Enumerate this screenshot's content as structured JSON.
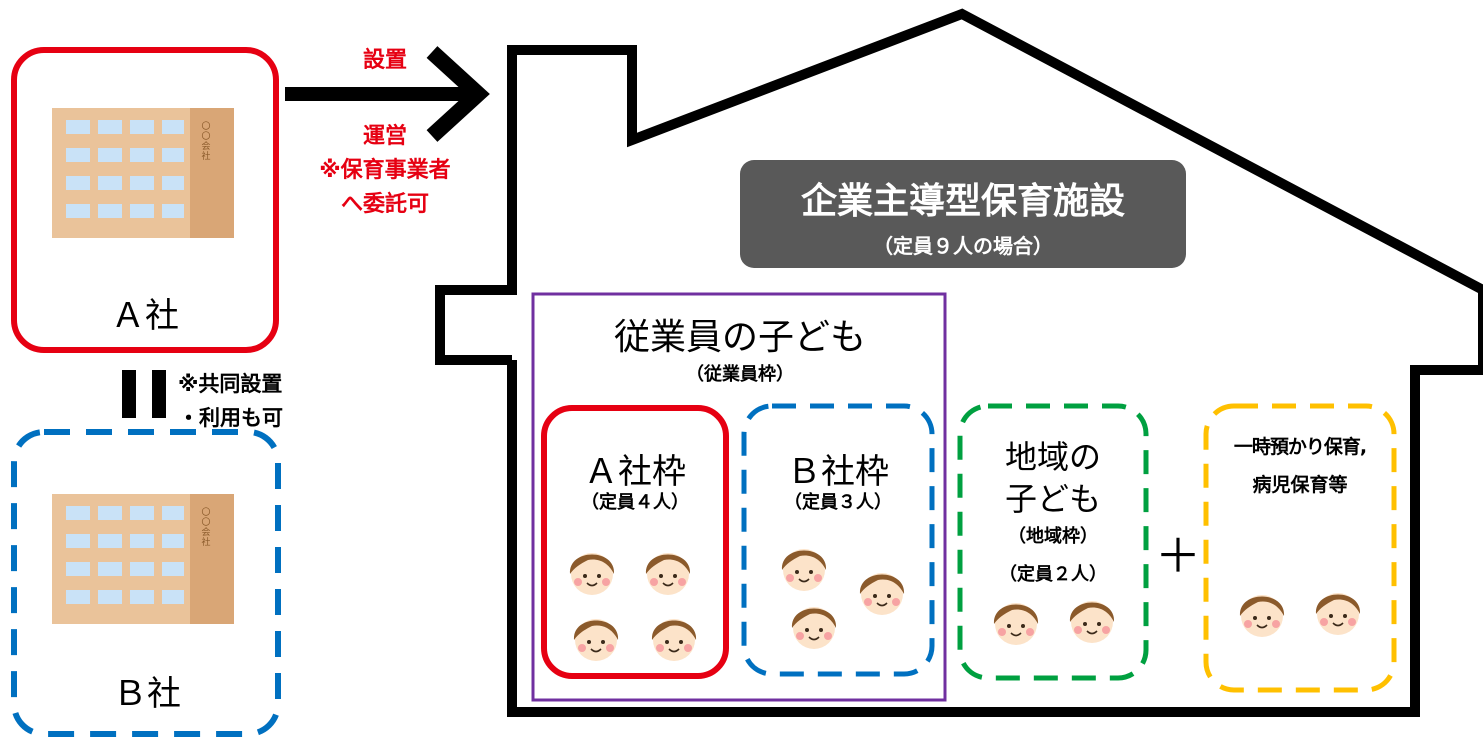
{
  "company_a": {
    "label": "Ａ社",
    "sign": "〇〇会社"
  },
  "company_b": {
    "label": "Ｂ社",
    "sign": "〇〇会社"
  },
  "arrow": {
    "label_setup": "設置",
    "label_operate": "運営",
    "note_line1": "※保育事業者",
    "note_line2": "へ委託可"
  },
  "joint_note": {
    "line1": "※共同設置",
    "line2": "・利用も可"
  },
  "facility": {
    "title": "企業主導型保育施設",
    "subtitle": "（定員９人の場合）"
  },
  "employee_group": {
    "title": "従業員の子ども",
    "subtitle": "（従業員枠）"
  },
  "slot_a": {
    "title": "Ａ社枠",
    "capacity": "（定員４人）"
  },
  "slot_b": {
    "title": "Ｂ社枠",
    "capacity": "（定員３人）"
  },
  "local": {
    "line1": "地域の",
    "line2": "子ども",
    "subtitle": "（地域枠）",
    "capacity": "（定員２人）"
  },
  "plus": "＋",
  "extra": {
    "line1": "一時預かり保育,",
    "line2": "病児保育等"
  },
  "colors": {
    "red": "#e60012",
    "blue": "#0070c0",
    "green": "#00a040",
    "yellow": "#ffc000",
    "purple": "#7030a0",
    "title_bg": "#595959"
  }
}
